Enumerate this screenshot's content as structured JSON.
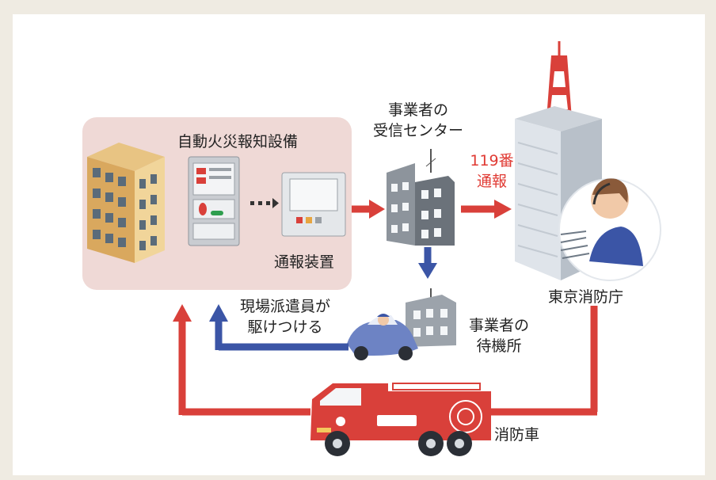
{
  "labels": {
    "alarm_equipment": "自動火災報知設備",
    "notification_device": "通報装置",
    "operator_center": [
      "事業者の",
      "受信センター"
    ],
    "call_119": [
      "119番",
      "通報"
    ],
    "tokyo_fire_dept": "東京消防庁",
    "field_staff": [
      "現場派遣員が",
      "駆けつける"
    ],
    "operator_standby": [
      "事業者の",
      "待機所"
    ],
    "fire_truck": "消防車"
  },
  "colors": {
    "background": "#efebe2",
    "building_zone": "#efd9d6",
    "red_arrow": "#d9403a",
    "blue_arrow": "#3b55a6",
    "label_red": "#e03a33"
  }
}
